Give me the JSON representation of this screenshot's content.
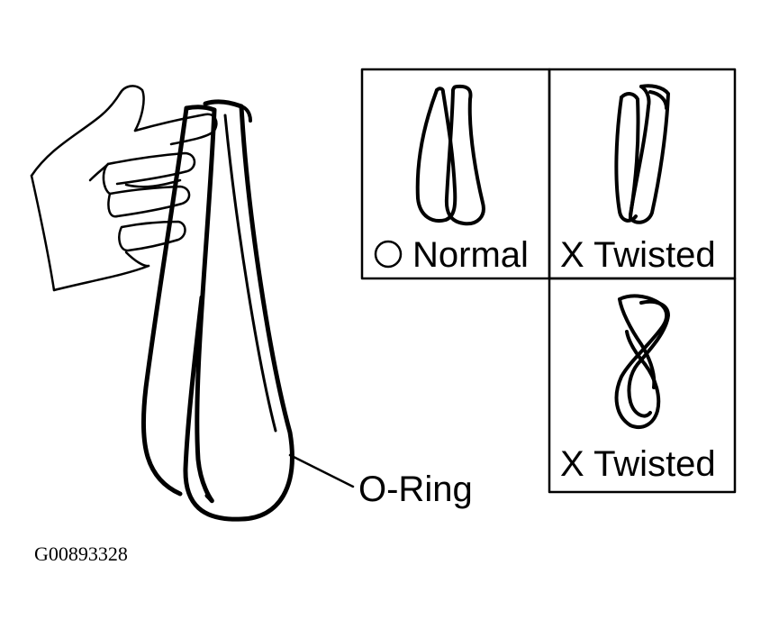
{
  "labels": {
    "o_ring": "O-Ring",
    "normal": "Normal",
    "twisted_1": "X Twisted",
    "twisted_2": "X Twisted",
    "figure_id": "G00893328"
  },
  "icons": {
    "normal_mark": "circle-icon"
  },
  "colors": {
    "ink": "#000000",
    "background": "#ffffff"
  }
}
